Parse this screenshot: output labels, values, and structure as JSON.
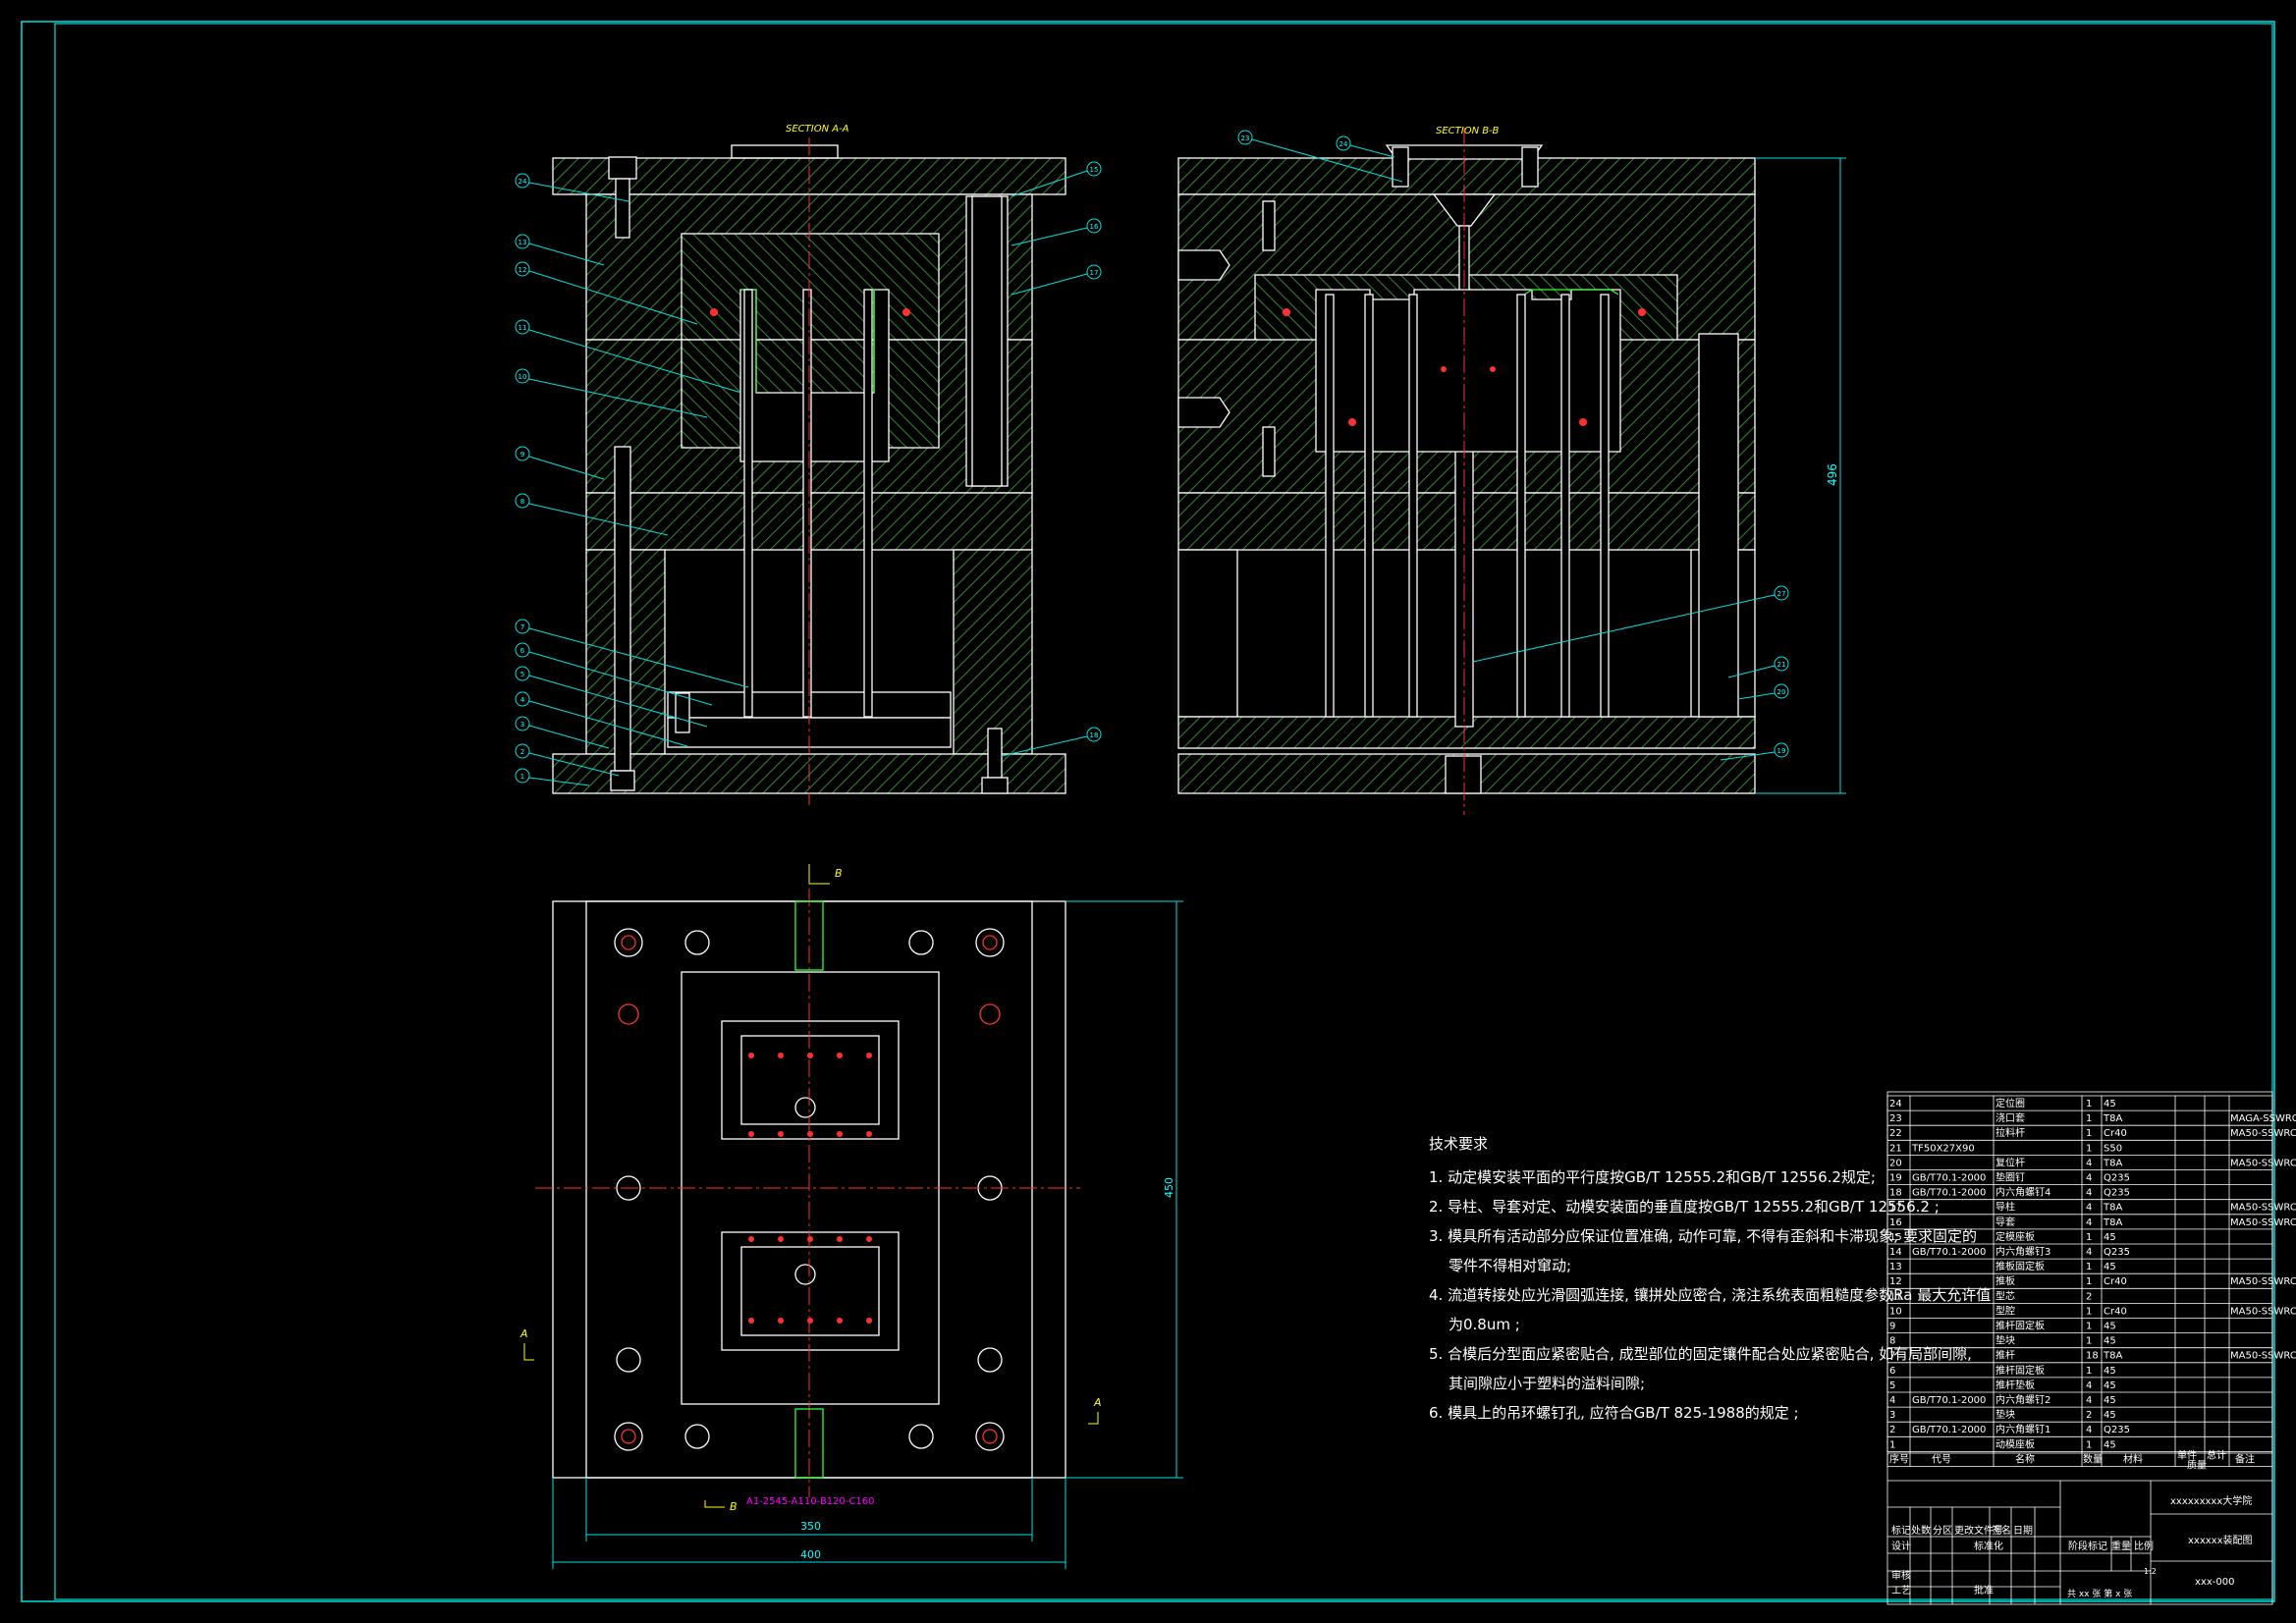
{
  "drawing": {
    "section_a": "SECTION A-A",
    "section_b": "SECTION B-B",
    "section_mark_b": "B",
    "section_mark_a": "A",
    "mold_base_label": "A1-2545-A110-B120-C160",
    "dim_width_outer": "400",
    "dim_width_inner": "350",
    "dim_height_plan": "450",
    "dim_height_section": "496"
  },
  "balloons": {
    "left": [
      "24",
      "13",
      "12",
      "11",
      "10",
      "9",
      "8",
      "7",
      "6",
      "5",
      "4",
      "3",
      "2",
      "1"
    ],
    "left_right_side": [
      "15",
      "16",
      "17",
      "18"
    ],
    "right_top": [
      "23",
      "24"
    ],
    "right_side": [
      "27",
      "21",
      "20",
      "19"
    ]
  },
  "notes": {
    "title": "技术要求",
    "lines": [
      "1. 动定模安装平面的平行度按GB/T 12555.2和GB/T 12556.2规定;",
      "2. 导柱、导套对定、动模安装面的垂直度按GB/T 12555.2和GB/T 12556.2 ;",
      "3. 模具所有活动部分应保证位置准确, 动作可靠, 不得有歪斜和卡滞现象; 要求固定的",
      "零件不得相对窜动;",
      "4. 流道转接处应光滑圆弧连接, 镶拼处应密合, 浇注系统表面粗糙度参数Ra 最大允许值",
      "为0.8um ;",
      "5. 合模后分型面应紧密贴合, 成型部位的固定镶件配合处应紧密贴合, 如有局部间隙,",
      "其间隙应小于塑料的溢料间隙;",
      "6. 模具上的吊环螺钉孔, 应符合GB/T 825-1988的规定 ;"
    ]
  },
  "bom": {
    "rows": [
      {
        "no": "24",
        "std": "",
        "name": "定位圈",
        "qty": "1",
        "mat": "45",
        "note": ""
      },
      {
        "no": "23",
        "std": "",
        "name": "浇口套",
        "qty": "1",
        "mat": "T8A",
        "note": "MAGA-SSWRG"
      },
      {
        "no": "22",
        "std": "",
        "name": "拉料杆",
        "qty": "1",
        "mat": "Cr40",
        "note": "MA50-SSWRC"
      },
      {
        "no": "21",
        "std": "TF50X27X90",
        "name": "",
        "qty": "1",
        "mat": "S50",
        "note": ""
      },
      {
        "no": "20",
        "std": "",
        "name": "复位杆",
        "qty": "4",
        "mat": "T8A",
        "note": "MA50-SSWRC"
      },
      {
        "no": "19",
        "std": "GB/T70.1-2000",
        "name": "垫圈钉",
        "qty": "4",
        "mat": "Q235",
        "note": ""
      },
      {
        "no": "18",
        "std": "GB/T70.1-2000",
        "name": "内六角螺钉4",
        "qty": "4",
        "mat": "Q235",
        "note": ""
      },
      {
        "no": "17",
        "std": "",
        "name": "导柱",
        "qty": "4",
        "mat": "T8A",
        "note": "MA50-SSWRC"
      },
      {
        "no": "16",
        "std": "",
        "name": "导套",
        "qty": "4",
        "mat": "T8A",
        "note": "MA50-SSWRC"
      },
      {
        "no": "15",
        "std": "",
        "name": "定模座板",
        "qty": "1",
        "mat": "45",
        "note": ""
      },
      {
        "no": "14",
        "std": "GB/T70.1-2000",
        "name": "内六角螺钉3",
        "qty": "4",
        "mat": "Q235",
        "note": ""
      },
      {
        "no": "13",
        "std": "",
        "name": "推板固定板",
        "qty": "1",
        "mat": "45",
        "note": ""
      },
      {
        "no": "12",
        "std": "",
        "name": "推板",
        "qty": "1",
        "mat": "Cr40",
        "note": "MA50-SSWRC"
      },
      {
        "no": "11",
        "std": "",
        "name": "型芯",
        "qty": "2",
        "mat": "",
        "note": ""
      },
      {
        "no": "10",
        "std": "",
        "name": "型腔",
        "qty": "1",
        "mat": "Cr40",
        "note": "MA50-SSWRC"
      },
      {
        "no": "9",
        "std": "",
        "name": "推杆固定板",
        "qty": "1",
        "mat": "45",
        "note": ""
      },
      {
        "no": "8",
        "std": "",
        "name": "垫块",
        "qty": "1",
        "mat": "45",
        "note": ""
      },
      {
        "no": "7",
        "std": "",
        "name": "推杆",
        "qty": "18",
        "mat": "T8A",
        "note": "MA50-SSWRC"
      },
      {
        "no": "6",
        "std": "",
        "name": "推杆固定板",
        "qty": "1",
        "mat": "45",
        "note": ""
      },
      {
        "no": "5",
        "std": "",
        "name": "推杆垫板",
        "qty": "4",
        "mat": "45",
        "note": ""
      },
      {
        "no": "4",
        "std": "GB/T70.1-2000",
        "name": "内六角螺钉2",
        "qty": "4",
        "mat": "45",
        "note": ""
      },
      {
        "no": "3",
        "std": "",
        "name": "垫块",
        "qty": "2",
        "mat": "45",
        "note": ""
      },
      {
        "no": "2",
        "std": "GB/T70.1-2000",
        "name": "内六角螺钉1",
        "qty": "4",
        "mat": "Q235",
        "note": ""
      },
      {
        "no": "1",
        "std": "",
        "name": "动模座板",
        "qty": "1",
        "mat": "45",
        "note": ""
      }
    ],
    "header": {
      "no": "序号",
      "std": "代号",
      "name": "名称",
      "qty": "数量",
      "mat": "材料",
      "w1": "单件",
      "w2": "总计",
      "note": "备注"
    },
    "header_sub": "质量"
  },
  "title_block": {
    "school": "xxxxxxxxx大学院",
    "drawing_name": "xxxxxx装配图",
    "drawing_no": "xxx-000",
    "scale": "1:2",
    "sheets": "共 xx 张  第 x 张",
    "labels": [
      "标记",
      "处数",
      "分区",
      "更改文件号",
      "签名",
      "日期",
      "设计",
      "标准化",
      "阶段标记",
      "重量",
      "比例",
      "审核",
      "工艺",
      "批准"
    ]
  }
}
